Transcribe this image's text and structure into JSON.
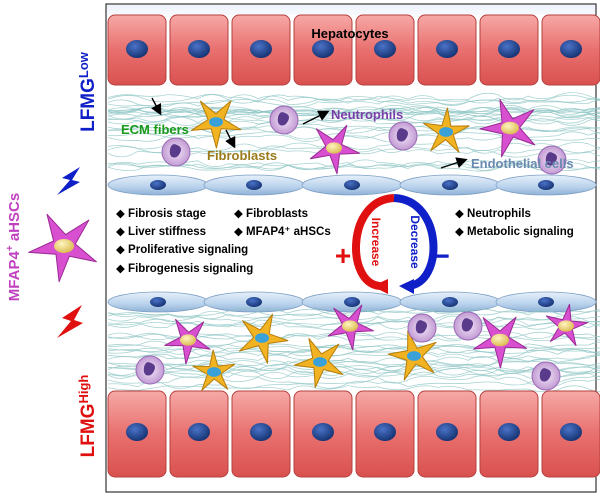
{
  "side": {
    "low_label": "LFMG",
    "low_sup": "Low",
    "high_label": "LFMG",
    "high_sup": "High",
    "ahsc_label": "MFAP4",
    "ahsc_sup": "+",
    "ahsc_rest": " aHSCs"
  },
  "top": {
    "hepatocytes": "Hepatocytes",
    "ecm_fibers": "ECM fibers",
    "neutrophils": "Neutrophils",
    "fibroblasts": "Fibroblasts",
    "endothelial": "Endothelial cells"
  },
  "increase_list": [
    "Fibrosis stage",
    "Liver stiffness",
    "Proliferative signaling",
    "Fibrogenesis signaling"
  ],
  "increase_list_2": [
    "Fibroblasts",
    "MFAP4⁺ aHSCs"
  ],
  "decrease_list": [
    "Neutrophils",
    "Metabolic signaling"
  ],
  "center": {
    "increase": "Increase",
    "decrease": "Decrease",
    "plus": "+",
    "minus": "−"
  },
  "colors": {
    "hepatocyte": "#e8706e",
    "nucleus": "#1f3f8c",
    "ecm": "#7fbfbf",
    "fibroblast": "#f2b322",
    "ahsc": "#d84fd0",
    "endothelial": "#b9d2ec",
    "neutrophil": "#c9a2d8",
    "increase": "#e01010",
    "decrease": "#1020c8",
    "ecm_text": "#1a9a1a",
    "neutrophil_text": "#7a3fa8",
    "fibroblast_text": "#9a7a1a",
    "endothelial_text": "#6a8ab0"
  }
}
